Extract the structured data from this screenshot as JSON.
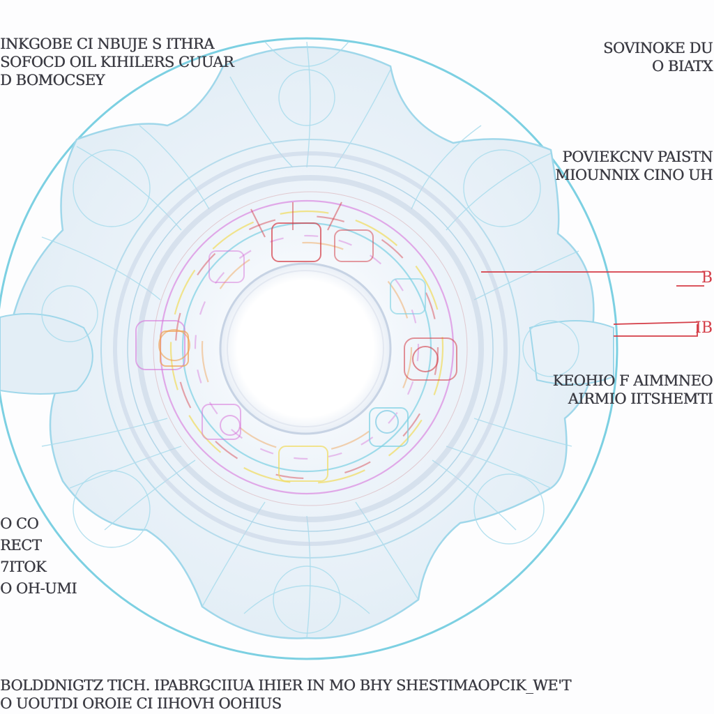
{
  "labels": {
    "top_left": [
      "INKGOBE CI NBUJE S ITHRA",
      "SOFOCD OIL KIHILERS CUUAR",
      "D BOMOCSEY"
    ],
    "top_right": [
      "SOVINOKE DU",
      "O BIATX"
    ],
    "mid_right_1": [
      "POVIEKCNV PAISTN",
      "MIOUNNIX CINO UH"
    ],
    "mid_right_2": [
      "KEOHIO F AIMMNEO",
      "AIRMIO IITSHEMTI"
    ],
    "left_lower": [
      "O CO",
      "RECT",
      "7ITOK",
      "O OH-UMI"
    ],
    "bottom": [
      "BOLDDNIGTZ TICH. IPABRGCIIUA IHIER IN MO BHY SHESTIMAOPCIK_WE'T",
      "O UOUTDI OROIE CI IIHOVH OOHIUS"
    ]
  },
  "red_tags": [
    "B",
    "IB"
  ],
  "colors": {
    "outline_blue": "#7cd0e2",
    "sketch_blue": "#9fd7ea",
    "fill_blue": "#e4eff7",
    "accent_red": "#d43c46",
    "accent_magenta": "#d56ad8",
    "accent_yellow": "#f1dc5c",
    "accent_orange": "#f0a050",
    "text": "#3a3a42"
  }
}
